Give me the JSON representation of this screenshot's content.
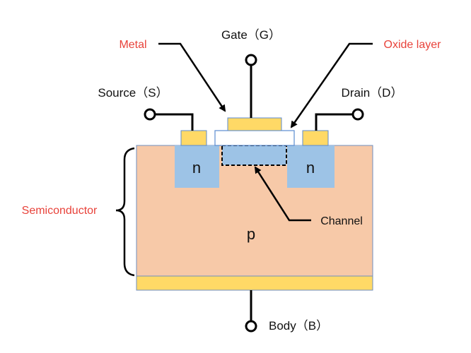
{
  "diagram": {
    "labels": {
      "gate": "Gate（G）",
      "source": "Source（S）",
      "drain": "Drain（D）",
      "body": "Body（B）",
      "metal": "Metal",
      "oxide_layer": "Oxide layer",
      "semiconductor": "Semiconductor",
      "channel": "Channel",
      "n_left": "n",
      "n_right": "n",
      "p_region": "p"
    },
    "colors": {
      "substrate": "#f7c9a8",
      "n_region": "#9dc3e6",
      "metal_contact": "#ffd966",
      "oxide": "#ffffff",
      "outline": "#5b8bd0",
      "wire": "#000000",
      "callout_red": "#e8423a"
    }
  }
}
